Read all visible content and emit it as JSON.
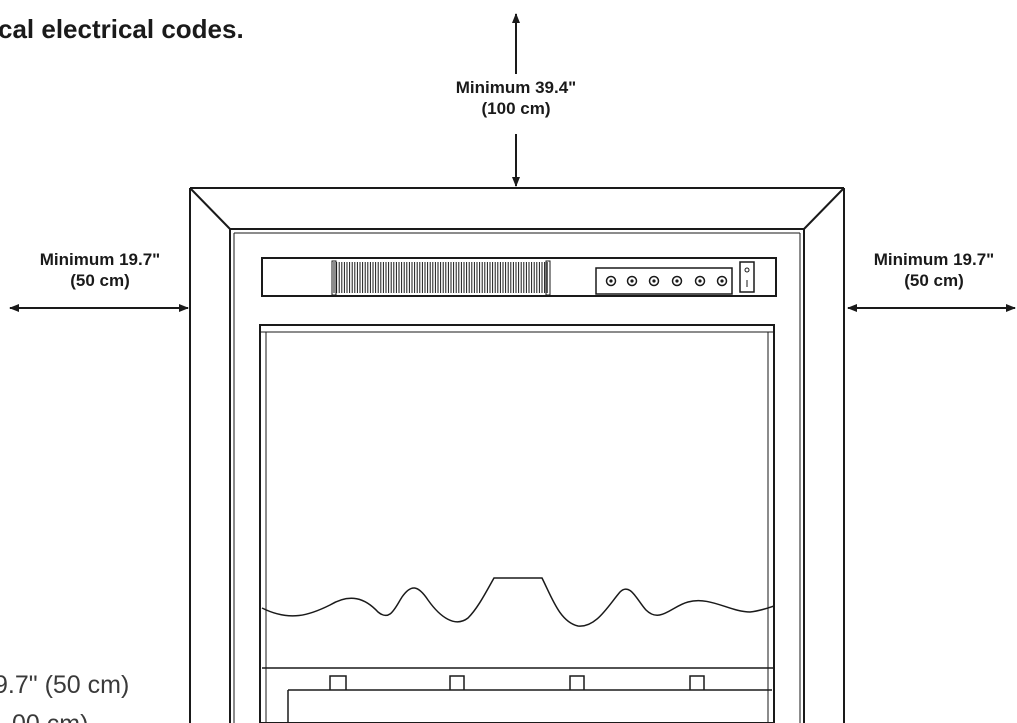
{
  "header": {
    "text": "cal electrical codes."
  },
  "clearances": {
    "top": {
      "line1": "Minimum 39.4\"",
      "line2": "(100 cm)"
    },
    "left": {
      "line1": "Minimum 19.7\"",
      "line2": "(50 cm)"
    },
    "right": {
      "line1": "Minimum 19.7\"",
      "line2": "(50 cm)"
    }
  },
  "footnote": {
    "line1": "9.7\" (50 cm)",
    "line2": "00 cm)"
  },
  "colors": {
    "ink": "#1a1a1a",
    "background": "#ffffff",
    "text_body": "#3a3a3a"
  }
}
